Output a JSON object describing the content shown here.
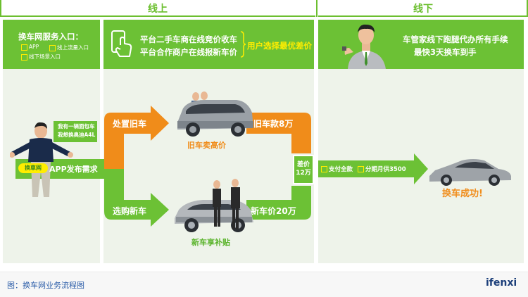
{
  "headers": {
    "online": "线上",
    "offline": "线下"
  },
  "left_box": {
    "title": "换车网服务入口：",
    "items": [
      "APP",
      "线上流量入口",
      "线下场景入口"
    ]
  },
  "middle_box": {
    "line1": "平台二手车商在线竞价收车",
    "line2": "平台合作商户在线报新车价",
    "highlight": "用户选择最优差价"
  },
  "right_box": {
    "line1": "车管家线下跑腿代办所有手续",
    "line2": "最快3天换车到手"
  },
  "user": {
    "bubble_line1": "我有一辆面包车",
    "bubble_line2": "我想换奥迪A4L",
    "logo_text": "换車网",
    "publish": "APP发布需求"
  },
  "flow": {
    "sell_old": "处置旧车",
    "old_price": "旧车款8万",
    "old_high": "旧车卖高价",
    "buy_new": "选购新车",
    "new_price": "新车价20万",
    "new_subsidy": "新车享补贴",
    "diff_label": "差价",
    "diff_value": "12万",
    "pay_full": "支付全款",
    "installment": "分期月供3500",
    "success": "换车成功!"
  },
  "footer": {
    "caption": "图：换车网业务流程图",
    "brand": "ifenxi"
  },
  "colors": {
    "green": "#6cc135",
    "orange": "#f08c1a",
    "yellow": "#ffed00",
    "bg": "#eef3ea"
  }
}
